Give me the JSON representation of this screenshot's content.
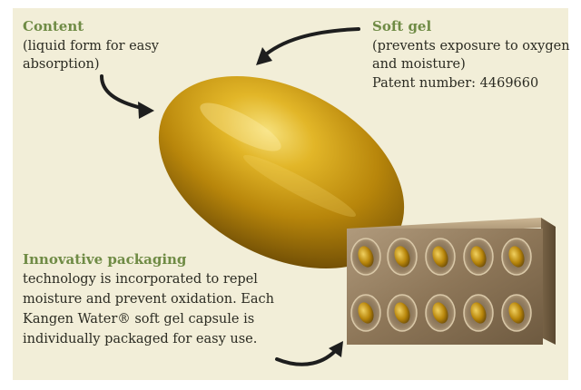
{
  "content_block": {
    "heading": "Content",
    "lines": [
      "(liquid form for easy",
      "absorption)"
    ]
  },
  "soft_gel_block": {
    "heading": "Soft gel",
    "lines": [
      "(prevents exposure to oxygen",
      "and moisture)",
      "Patent number: 4469660"
    ]
  },
  "packaging_block": {
    "heading": "Innovative packaging",
    "lines": [
      "technology is incorporated to repel",
      "moisture and prevent oxidation. Each",
      "Kangen Water® soft gel capsule is",
      "individually packaged for easy use."
    ]
  },
  "colors": {
    "background": "#f2eed8",
    "heading": "#6f8b45",
    "body_text": "#2b2b22",
    "capsule_gold": "#c99a12",
    "blister_bronze": "#8a7458"
  },
  "icons": [
    "curved-arrow-icon",
    "capsule-illustration",
    "blister-pack-illustration"
  ]
}
